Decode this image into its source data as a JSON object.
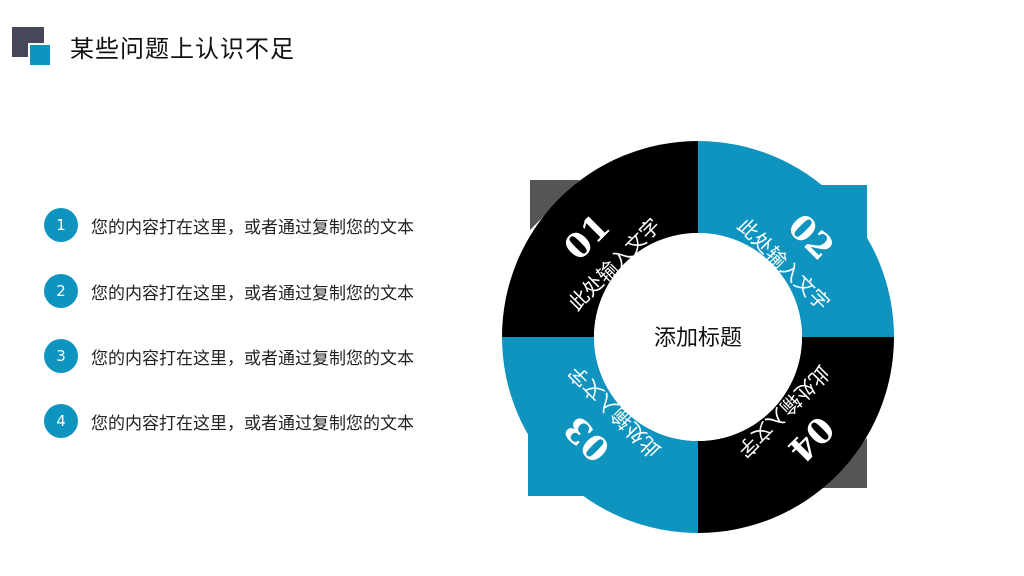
{
  "header": {
    "title": "某些问题上认识不足"
  },
  "list": [
    {
      "num": "1",
      "text": "您的内容打在这里，或者通过复制您的文本"
    },
    {
      "num": "2",
      "text": "您的内容打在这里，或者通过复制您的文本"
    },
    {
      "num": "3",
      "text": "您的内容打在这里，或者通过复制您的文本"
    },
    {
      "num": "4",
      "text": "您的内容打在这里，或者通过复制您的文本"
    }
  ],
  "ring": {
    "center_title": "添加标题",
    "segments": [
      {
        "num": "01",
        "text": "此处输入文字",
        "color": "#000000"
      },
      {
        "num": "02",
        "text": "此处输入文字",
        "color": "#0e94bf"
      },
      {
        "num": "03",
        "text": "此处输入文字",
        "color": "#0e94bf"
      },
      {
        "num": "04",
        "text": "此处输入文字",
        "color": "#000000"
      }
    ]
  },
  "colors": {
    "accent": "#0e94bf",
    "dark": "#000000",
    "corner": "#555555"
  }
}
